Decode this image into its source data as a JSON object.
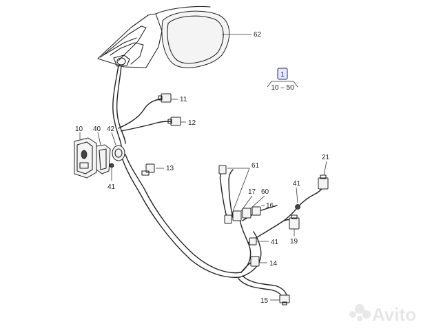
{
  "watermark": {
    "text": "Avito"
  },
  "legend": {
    "badge": "1",
    "range": "10 – 50"
  },
  "callouts": {
    "c62": "62",
    "c11": "11",
    "c12": "12",
    "c10": "10",
    "c40": "40",
    "c42": "42",
    "c13": "13",
    "c41a": "41",
    "c61": "61",
    "c21": "21",
    "c17": "17",
    "c60": "60",
    "c41b": "41",
    "c16": "16",
    "c19": "19",
    "c41c": "41",
    "c14": "14",
    "c15": "15"
  }
}
